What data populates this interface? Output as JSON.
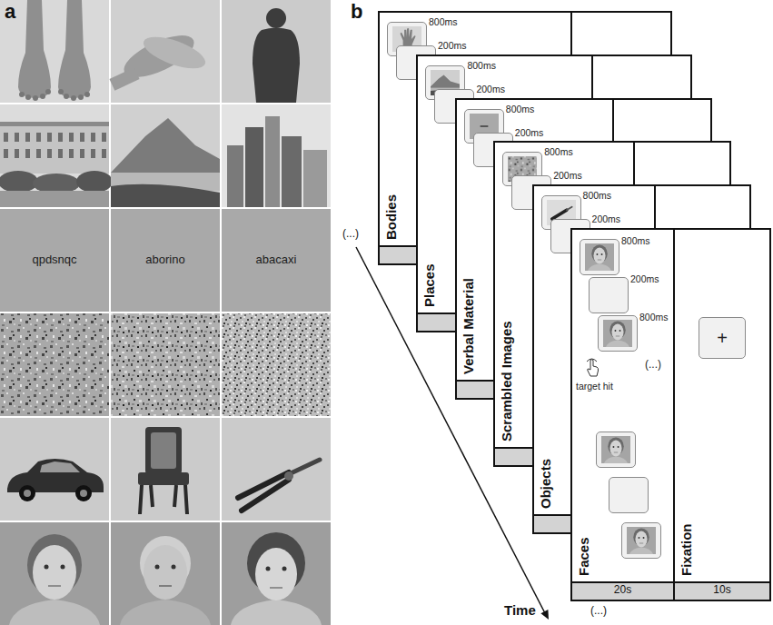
{
  "diagram": {
    "nodes": [
      {
        "text": [
          "qpdsnqc"
        ]
      },
      {
        "text": [
          "aborino"
        ]
      },
      {
        "text": [
          "abacaxi"
        ]
      },
      {
        "text": [
          "Bodies",
          "800ms",
          "200ms"
        ]
      },
      {
        "text": [
          "Places",
          "800ms",
          "200ms"
        ]
      },
      {
        "text": [
          "Verbal Material",
          "800ms",
          "200ms"
        ]
      },
      {
        "text": [
          "Scrambled Images",
          "800ms",
          "200ms"
        ]
      },
      {
        "text": [
          "Objects",
          "800ms",
          "200ms"
        ]
      },
      {
        "text": [
          "Faces",
          "800ms",
          "200ms",
          "800ms",
          "target hit",
          "(...)"
        ]
      },
      {
        "text": [
          "20s"
        ],
        "in": 8
      },
      {
        "text": [
          "Fixation"
        ]
      },
      {
        "text": [
          "+"
        ],
        "in": 10
      },
      {
        "text": [
          "10s"
        ],
        "in": 10
      }
    ],
    "labels": [
      "a",
      "b",
      "(...)",
      "Time",
      "(...)"
    ]
  }
}
